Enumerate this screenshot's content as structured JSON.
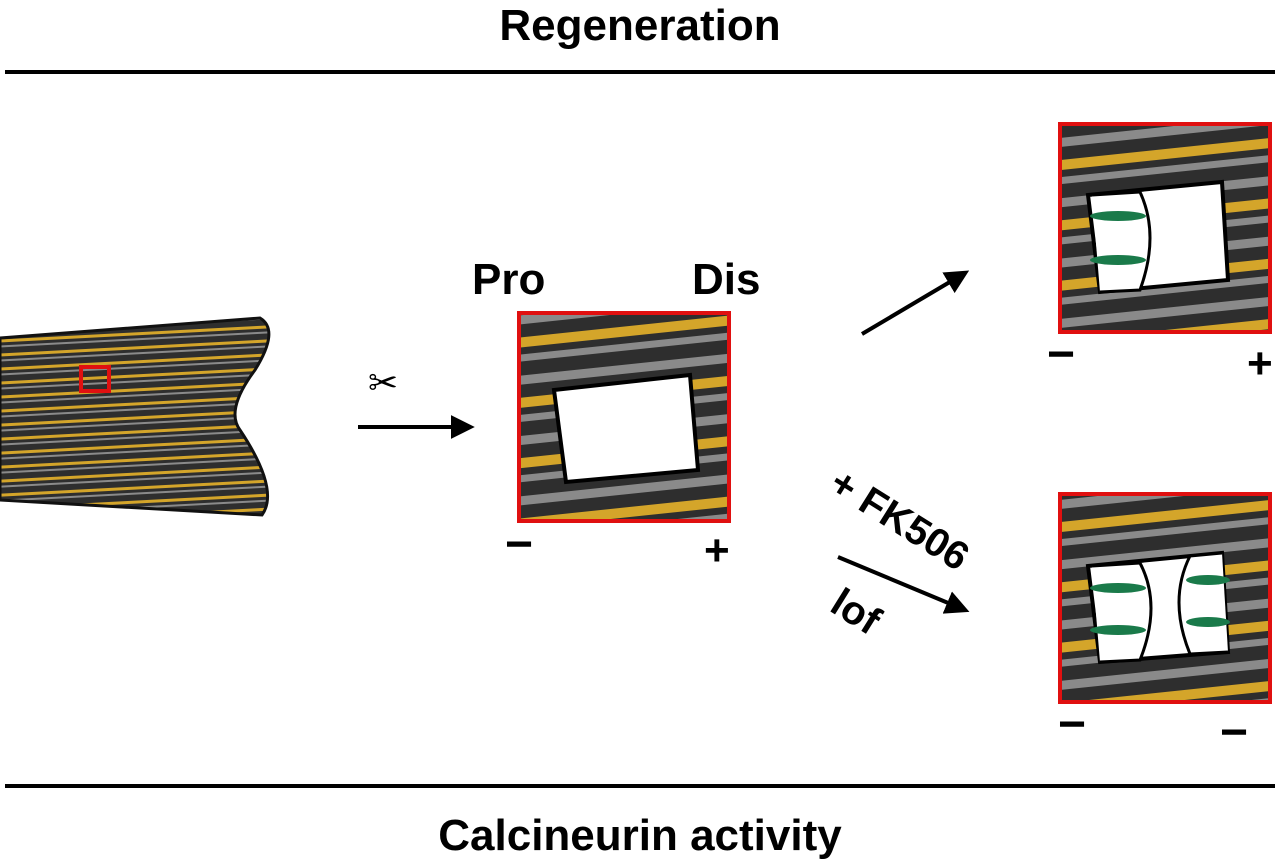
{
  "header": {
    "title": "Regeneration"
  },
  "footer": {
    "title": "Calcineurin activity"
  },
  "cut": {
    "symbol": "✂"
  },
  "middle_panel": {
    "proximal_label": "Pro",
    "distal_label": "Dis",
    "left_sign": "−",
    "right_sign": "+"
  },
  "top_right_panel": {
    "left_sign": "−",
    "right_sign": "+"
  },
  "bottom_right_panel": {
    "left_sign": "−",
    "right_sign": "−"
  },
  "treatment": {
    "drug_label": "+ FK506",
    "lof_label": "lof"
  },
  "colors": {
    "ray_gold": "#d4a52a",
    "tissue_dark": "#2e2e2e",
    "tissue_gray": "#8a8a8a",
    "frame_red": "#e01010",
    "osteoblast_green": "#1a7a4a"
  }
}
